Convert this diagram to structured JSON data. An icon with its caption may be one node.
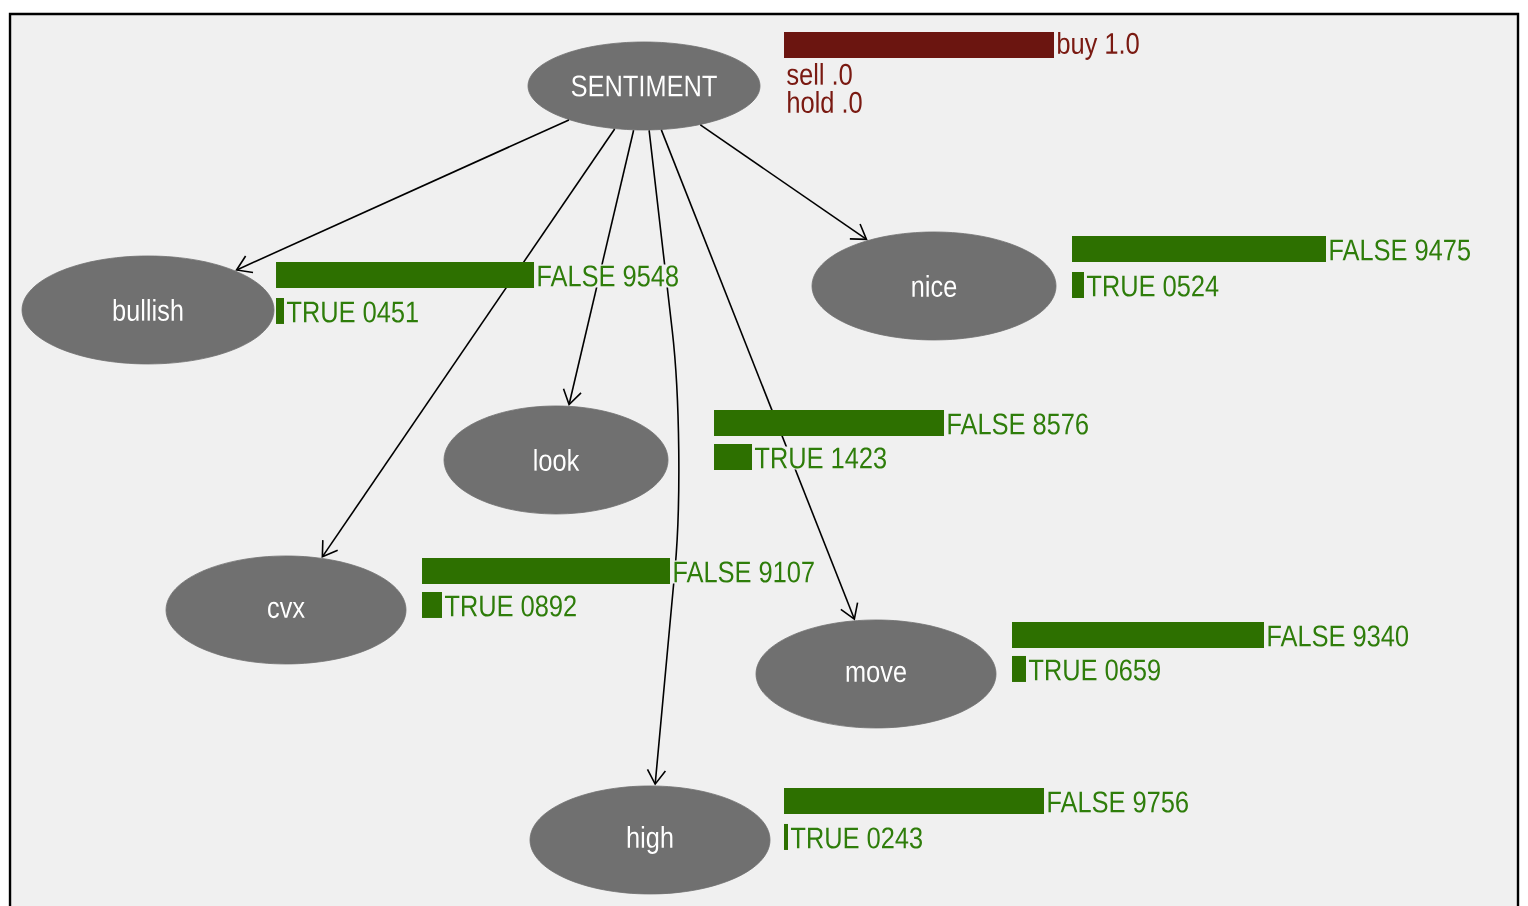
{
  "diagram": {
    "nodes": [
      {
        "text": [
          "SENTIMENT"
        ]
      },
      {
        "text": [
          "bullish"
        ]
      },
      {
        "text": [
          "nice"
        ]
      },
      {
        "text": [
          "look"
        ]
      },
      {
        "text": [
          "cvx"
        ]
      },
      {
        "text": [
          "move"
        ]
      },
      {
        "text": [
          "high"
        ]
      }
    ],
    "edges": [
      {
        "from": 0,
        "to": 1,
        "arrow": "to"
      },
      {
        "from": 0,
        "to": 4,
        "arrow": "to"
      },
      {
        "from": 0,
        "to": 3,
        "arrow": "to"
      },
      {
        "from": 0,
        "to": 6,
        "arrow": "to"
      },
      {
        "from": 0,
        "to": 5,
        "arrow": "to"
      },
      {
        "from": 0,
        "to": 2,
        "arrow": "to"
      }
    ],
    "labels": [
      "buy 1.0",
      "sell .0",
      "hold .0",
      "FALSE 9548",
      "TRUE 0451",
      "FALSE 9475",
      "TRUE 0524",
      "FALSE 8576",
      "TRUE 1423",
      "FALSE 9107",
      "TRUE 0892",
      "FALSE 9340",
      "TRUE 0659",
      "FALSE 9756",
      "TRUE 0243"
    ]
  }
}
